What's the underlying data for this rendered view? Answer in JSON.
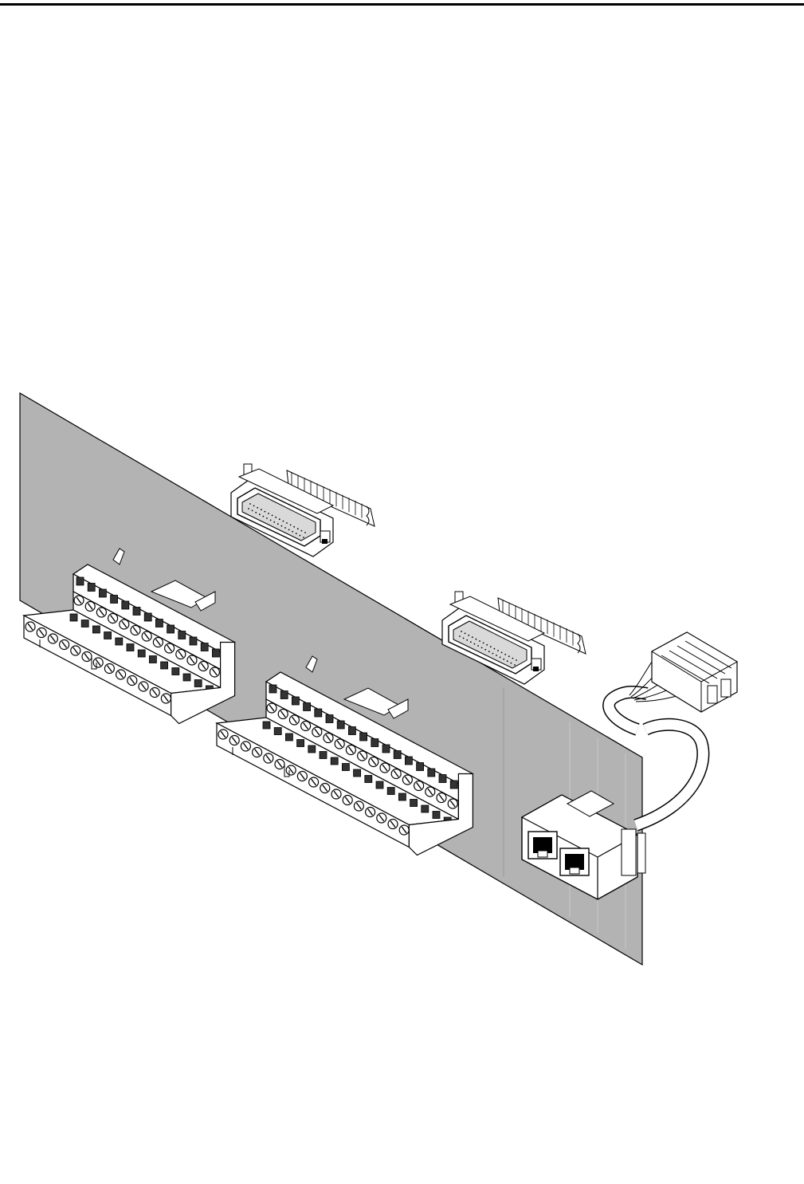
{
  "page": {
    "background": "#ffffff",
    "rule_color": "#000000"
  },
  "figure": {
    "panel_color": "#b3b3b3",
    "line_color": "#000000",
    "part_fill": "#ffffff",
    "slot_fill": "#333333",
    "parts": [
      {
        "name": "terminal-block-left",
        "icon": "screw-terminal-block-icon"
      },
      {
        "name": "terminal-block-center",
        "icon": "screw-terminal-block-icon"
      },
      {
        "name": "ribbon-connector-upper",
        "icon": "d-sub-ribbon-connector-icon"
      },
      {
        "name": "ribbon-connector-lower",
        "icon": "d-sub-ribbon-connector-icon"
      },
      {
        "name": "dual-modular-jack",
        "icon": "rj-dual-jack-icon"
      },
      {
        "name": "cable-header-plug",
        "icon": "header-plug-icon"
      }
    ]
  }
}
